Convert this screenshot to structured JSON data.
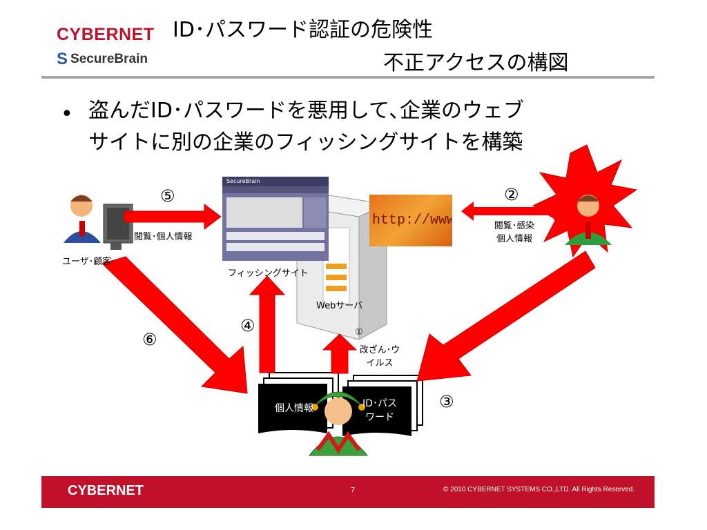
{
  "header": {
    "logo_cybernet": "CYBERNET",
    "logo_securebrain": "SecureBrain",
    "title_line1": "ID･パスワード認証の危険性",
    "title_line2": "不正アクセスの構図"
  },
  "bullet": {
    "marker": "•",
    "line1": "盗んだID･パスワードを悪用して､企業のウェブ",
    "line2": "サイトに別の企業のフィッシングサイトを構築"
  },
  "diagram": {
    "user_label": "ユーザ･顧客",
    "browse_personal_label": "閲覧･個人情報",
    "phishing_site_label": "フィッシングサイト",
    "phishing_header": "SecureBrain",
    "http_text": "http://www",
    "web_server_label": "Webサーバ",
    "attacker_label_line1": "閲覧･感染",
    "attacker_label_line2": "個人情報",
    "tamper_label_line1": "改ざん･ウ",
    "tamper_label_line2": "イルス",
    "card_personal": "個人情報",
    "card_id_line1": "ID･パス",
    "card_id_line2": "ワード",
    "step1": "①",
    "step2": "②",
    "step3": "③",
    "step4": "④",
    "step5": "⑤",
    "step6": "⑥"
  },
  "footer": {
    "logo": "CYBERNET",
    "page": "7",
    "copyright": "© 2010 CYBERNET SYSTEMS CO.,LTD. All Rights Reserved."
  },
  "colors": {
    "brand_red": "#c0102a",
    "arrow_red": "#ff0000",
    "title_rule": "#a6a6a6"
  }
}
